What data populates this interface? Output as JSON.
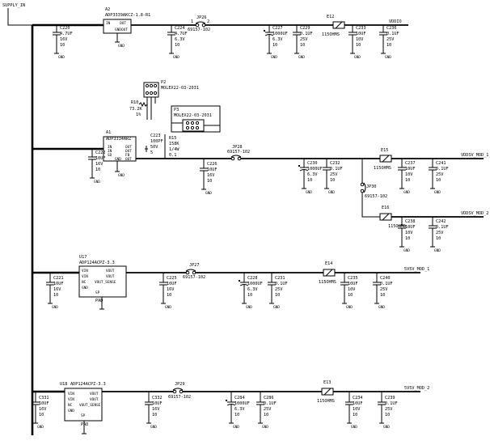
{
  "nets": {
    "supply_in": "SUPPLY_IN",
    "vddio": "VDDIO",
    "vddsv1": "VDDSV_MOD_1",
    "vddsv2": "VDDSV_MOD_2",
    "vdd1": "5V5V_MOD_1",
    "vdd2": "5V5V_MOD_2",
    "gnd": "GND"
  },
  "regulators": {
    "a2": {
      "ref": "A2",
      "part": "ADP3339AKCZ-1.8-R1",
      "pins": [
        "IN",
        "OUT",
        "GND",
        "OUT"
      ]
    },
    "a1": {
      "ref": "A1",
      "part": "ADP3334ARZ",
      "pins": [
        "IN",
        "OUT",
        "IN",
        "OUT",
        "SD",
        "FB",
        "GND",
        "OUT"
      ],
      "pin_nums": [
        "1",
        "2",
        "3",
        "4"
      ]
    },
    "u17": {
      "ref": "U17",
      "part": "ADP124ACPZ-3.3",
      "pins": [
        "VIN",
        "VIN",
        "NC",
        "GND",
        "VOUT",
        "VOUT",
        "VOUT_SENSE",
        "SP"
      ],
      "pad": "PAD"
    },
    "u18": {
      "ref": "U18",
      "part": "ADP124ACPZ-3.3",
      "pins": [
        "VIN",
        "VIN",
        "NC",
        "GND",
        "VOUT",
        "VOUT",
        "VOUT_SENSE",
        "SP"
      ],
      "pad": "PAD"
    }
  },
  "connectors": {
    "p2": {
      "ref": "P2",
      "part": "MOLEX22-03-2031"
    },
    "p3": {
      "ref": "P3",
      "part": "MOLEX22-03-2031"
    }
  },
  "resistors": {
    "r10": {
      "ref": "R10",
      "value": "73.2K",
      "tol": "1%"
    },
    "r15": {
      "ref": "R15",
      "value": "158K",
      "power": "1/4W",
      "tol": "0.1"
    }
  },
  "jumpers": {
    "jp26": {
      "ref": "JP26",
      "part": "69157-102"
    },
    "jp28": {
      "ref": "JP28",
      "part": "69157-102"
    },
    "jp27": {
      "ref": "JP27",
      "part": "69157-102"
    },
    "jp29": {
      "ref": "JP29",
      "part": "69157-102"
    },
    "jp30": {
      "ref": "JP30",
      "part": "69157-102"
    },
    "pin1": "1",
    "pin2": "2"
  },
  "ferrites": {
    "e12": {
      "ref": "E12",
      "part": "115OHMS"
    },
    "e15": {
      "ref": "E15",
      "part": "115OHMS"
    },
    "e16": {
      "ref": "E16",
      "part": "115OHMS"
    },
    "e14": {
      "ref": "E14",
      "part": "115OHMS"
    },
    "e13": {
      "ref": "E13",
      "part": "115OHMS"
    }
  },
  "capacitors": {
    "c220": {
      "ref": "C220",
      "l1": "4.7UF",
      "l2": "16V",
      "l3": "10"
    },
    "c224": {
      "ref": "C224",
      "l1": "4.7UF",
      "l2": "6.3V",
      "l3": "10"
    },
    "c227": {
      "ref": "C227",
      "l1": "1000UF",
      "l2": "6.3V",
      "l3": "10"
    },
    "c229": {
      "ref": "C229",
      "l1": "0.1UF",
      "l2": "25V",
      "l3": "10"
    },
    "c233": {
      "ref": "C233",
      "l1": "10UF",
      "l2": "10V",
      "l3": "10"
    },
    "c236": {
      "ref": "C236",
      "l1": "0.1UF",
      "l2": "25V",
      "l3": "10"
    },
    "c223": {
      "ref": "C223",
      "l1": "100PF",
      "l2": "50V",
      "l3": "5"
    },
    "c222": {
      "ref": "C222",
      "l1": "10UF",
      "l2": "16V",
      "l3": "10"
    },
    "c226": {
      "ref": "C226",
      "l1": "10UF",
      "l2": "16V",
      "l3": "10"
    },
    "c230": {
      "ref": "C230",
      "l1": "1000UF",
      "l2": "6.3V",
      "l3": "10"
    },
    "c232": {
      "ref": "C232",
      "l1": "0.1UF",
      "l2": "25V",
      "l3": "10"
    },
    "c237": {
      "ref": "C237",
      "l1": "10UF",
      "l2": "10V",
      "l3": "10"
    },
    "c241": {
      "ref": "C241",
      "l1": "0.1UF",
      "l2": "25V",
      "l3": "10"
    },
    "c238": {
      "ref": "C238",
      "l1": "10UF",
      "l2": "10V",
      "l3": "10"
    },
    "c242": {
      "ref": "C242",
      "l1": "0.1UF",
      "l2": "25V",
      "l3": "10"
    },
    "c221": {
      "ref": "C221",
      "l1": "10UF",
      "l2": "16V",
      "l3": "10"
    },
    "c225": {
      "ref": "C225",
      "l1": "10UF",
      "l2": "16V",
      "l3": "10"
    },
    "c228": {
      "ref": "C228",
      "l1": "1000UF",
      "l2": "6.3V",
      "l3": "10"
    },
    "c231": {
      "ref": "C231",
      "l1": "0.1UF",
      "l2": "25V",
      "l3": "10"
    },
    "c235": {
      "ref": "C235",
      "l1": "10UF",
      "l2": "10V",
      "l3": "10"
    },
    "c240": {
      "ref": "C240",
      "l1": "0.1UF",
      "l2": "25V",
      "l3": "10"
    },
    "c331": {
      "ref": "C331",
      "l1": "10UF",
      "l2": "16V",
      "l3": "10"
    },
    "c332": {
      "ref": "C332",
      "l1": "10UF",
      "l2": "16V",
      "l3": "10"
    },
    "c284": {
      "ref": "C284",
      "l1": "1000UF",
      "l2": "6.3V",
      "l3": "10"
    },
    "c286": {
      "ref": "C286",
      "l1": "0.1UF",
      "l2": "25V",
      "l3": "10"
    },
    "c234": {
      "ref": "C234",
      "l1": "10UF",
      "l2": "10V",
      "l3": "10"
    },
    "c239": {
      "ref": "C239",
      "l1": "0.1UF",
      "l2": "25V",
      "l3": "10"
    }
  }
}
